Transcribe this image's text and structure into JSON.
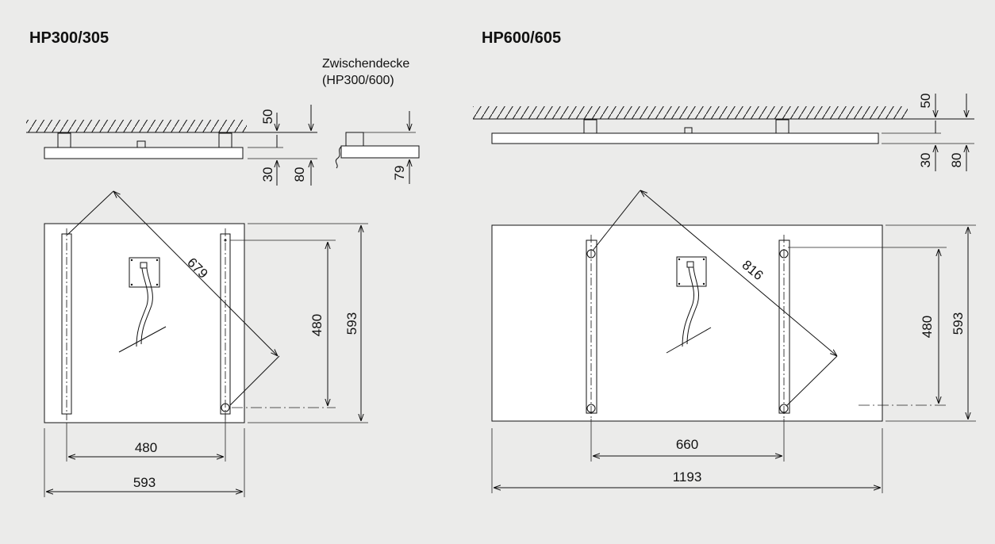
{
  "left": {
    "title": "HP300/305",
    "ceiling_note_line1": "Zwischendecke",
    "ceiling_note_line2": "(HP300/600)",
    "dims": {
      "gap_top": "50",
      "panel_thickness": "30",
      "total_height": "80",
      "alt_height": "79",
      "diagonal": "679",
      "mount_spacing_v": "480",
      "panel_height": "593",
      "mount_spacing_h": "480",
      "panel_width": "593"
    }
  },
  "right": {
    "title": "HP600/605",
    "dims": {
      "gap_top": "50",
      "panel_thickness": "30",
      "total_height": "80",
      "diagonal": "816",
      "mount_spacing_v": "480",
      "panel_height": "593",
      "mount_spacing_h": "660",
      "panel_width": "1193"
    }
  },
  "colors": {
    "background": "#ebebea",
    "panel": "#ffffff",
    "line": "#111111"
  }
}
